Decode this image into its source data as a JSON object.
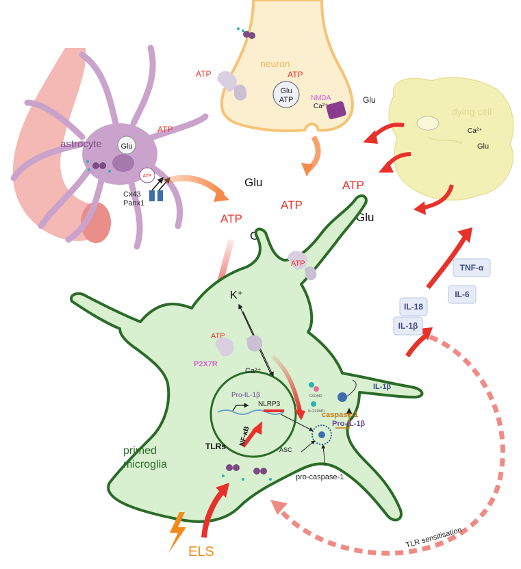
{
  "colors": {
    "atp_red": "#e8312a",
    "vessel": "#f1a8a4",
    "astrocyte": "#c9a3cc",
    "neuron_fill": "#fcefd0",
    "neuron_stroke": "#f5c373",
    "dying_fill": "#f3f0b6",
    "microglia_fill": "#d8f0cf",
    "microglia_stroke": "#2a6b28",
    "cytokine_text": "#3d4a86",
    "p2x7r": "#d75fcf",
    "caspase": "#c77a15",
    "els_orange": "#f48a1c",
    "tlr_dash": "#f08a84"
  },
  "labels": {
    "astrocyte": "astrocyte",
    "astro_glu": "Glu",
    "astro_atp": "ATP",
    "astro_atp_small": "ATP",
    "cx43": "Cx43",
    "panx1": "Panx1",
    "neuron": "neuron",
    "neuron_atp": "ATP",
    "neuron_glu": "Glu",
    "neuron_atp2": "ATP",
    "nmda": "NMDA",
    "ca_neuron": "Ca²⁺",
    "atp_left_neuron": "ATP",
    "glu_right_neuron": "Glu",
    "dying_cell": "dying cell",
    "dying_ca": "Ca²⁺",
    "dying_glu": "Glu",
    "center_glu1": "Glu",
    "center_atp1": "ATP",
    "center_atp2": "ATP",
    "center_glu2": "Glu",
    "center_glu3": "Glu",
    "right_atp": "ATP",
    "microglia_atp": "ATP",
    "k_plus": "K⁺",
    "microglia_atp2": "ATP",
    "p2x7r": "P2X7R",
    "ca_micro": "Ca²⁺",
    "pro_il1b_nuc": "Pro-IL-1β",
    "nlrp3": "NLRP3",
    "nfkb": "NF-κB",
    "gsdmd": "GSDMD",
    "n_gsdmd": "N-GSDMD",
    "il1b_inside": "IL-1β",
    "caspase1": "caspase-1",
    "pro_il1b_out": "Pro-IL-1β",
    "asc": "ASC",
    "pro_caspase1": "pro-caspase-1",
    "tlrs": "TLRs",
    "primed_microglia": "primed\nmicroglia",
    "els": "ELS",
    "tlr_sensitisation": "TLR sensitisation"
  },
  "cytokines": [
    "TNF-α",
    "IL-6",
    "IL-18",
    "IL-1β"
  ]
}
